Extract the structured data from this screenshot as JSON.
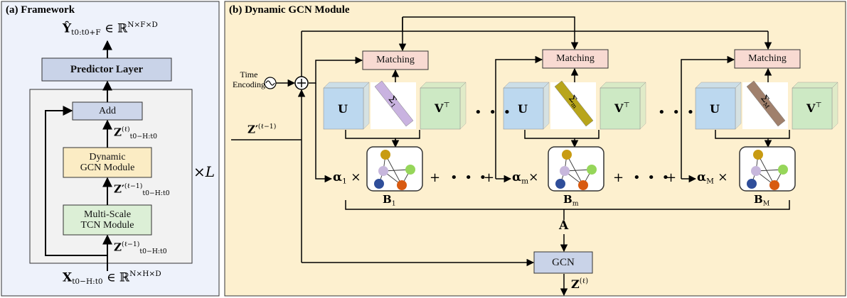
{
  "panel_a": {
    "title": "(a) Framework",
    "output_var": "Ŷ",
    "output_sub": "t0:t0+F",
    "output_set": " ∈ ℝ",
    "output_sup": "N×F×D",
    "predictor_label": "Predictor Layer",
    "add_label": "Add",
    "z_l": "Z",
    "z_l_sup": "(ℓ)",
    "z_l_sub": "t0−H:t0",
    "dgcn_line1": "Dynamic",
    "dgcn_line2": "GCN Module",
    "zprime": "Z′",
    "zprime_sup": "(ℓ−1)",
    "zprime_sub": "t0−H:t0",
    "tcn_line1": "Multi-Scale",
    "tcn_line2": "TCN Module",
    "z_lm1": "Z",
    "z_lm1_sup": "(ℓ−1)",
    "z_lm1_sub": "t0−H:t0",
    "input_var": "X",
    "input_sub": "t0−H:t0",
    "input_set": " ∈ ℝ",
    "input_sup": "N×H×D",
    "repeat": "×L"
  },
  "panel_b": {
    "title": "(b) Dynamic GCN Module",
    "time_encoding": "Time Encoding",
    "input_var": "Z′",
    "input_sup": "(ℓ−1)",
    "matching_labels": [
      "Matching",
      "Matching",
      "Matching"
    ],
    "u_label": "U",
    "v_label": "V",
    "v_sup": "⊤",
    "sigma_labels": [
      "Σ",
      "Σ",
      "Σ"
    ],
    "sigma_subs": [
      "1",
      "m",
      "M"
    ],
    "alpha": "α",
    "alpha_subs": [
      "1",
      "m",
      "M"
    ],
    "times": "×",
    "b_var": "B",
    "b_subs": [
      "1",
      "m",
      "M"
    ],
    "plus": "+",
    "dots": "• • •",
    "a_label": "A",
    "gcn_label": "GCN",
    "output_var": "Z",
    "output_sup": "(ℓ)"
  },
  "colors": {
    "panel_a_bg": "#eef2fb",
    "panel_b_bg": "#fdf0cf",
    "predictor": "#c9d3e8",
    "add": "#cdd6ea",
    "dgcn": "#fbecc4",
    "tcn": "#dcefd6",
    "matching": "#f8dad2",
    "u_cube": "#bcd8ef",
    "v_cube": "#cde9c4",
    "gcn": "#c9d3e8",
    "sigma1": "#c9b3e0",
    "sigmam": "#b8a51c",
    "sigmaM": "#a0806c",
    "node_gold": "#c89b12",
    "node_lilac": "#c7b7dc",
    "node_green": "#96d65a",
    "node_blue": "#2f4e9a",
    "node_orange": "#d85a10"
  }
}
